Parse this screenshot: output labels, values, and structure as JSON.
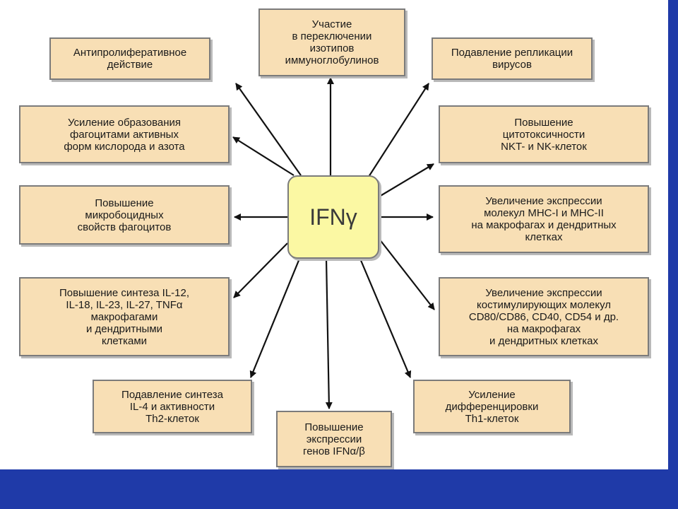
{
  "colors": {
    "background": "#1f3aa8",
    "canvas": "#ffffff",
    "box_fill": "#f8dfb5",
    "center_fill": "#fbf8a3",
    "border": "#7b7b7b",
    "arrow": "#111111"
  },
  "center": {
    "label": "IFNγ"
  },
  "effects": [
    {
      "id": "isotype-switching",
      "lines": [
        "Участие",
        "в переключении",
        "изотипов",
        "иммуноглобулинов"
      ]
    },
    {
      "id": "antiviral",
      "lines": [
        "Подавление репликации",
        "вирусов"
      ]
    },
    {
      "id": "cytotoxicity",
      "lines": [
        "Повышение",
        "цитотоксичности",
        "NKT- и NK-клеток"
      ]
    },
    {
      "id": "mhc-expression",
      "lines": [
        "Увеличение экспрессии",
        "молекул MHC-I и MHC-II",
        "на макрофагах и дендритных",
        "клетках"
      ]
    },
    {
      "id": "costimulatory",
      "lines": [
        "Увеличение экспрессии",
        "костимулирующих молекул",
        "CD80/CD86, CD40, CD54 и др.",
        "на макрофагах",
        "и дендритных клетках"
      ]
    },
    {
      "id": "th1-differentiation",
      "lines": [
        "Усиление",
        "дифференцировки",
        "Th1-клеток"
      ]
    },
    {
      "id": "ifn-ab-genes",
      "lines": [
        "Повышение",
        "экспрессии",
        "генов IFNα/β"
      ]
    },
    {
      "id": "il4-suppression",
      "lines": [
        "Подавление синтеза",
        "IL-4 и активности",
        "Th2-клеток"
      ]
    },
    {
      "id": "cytokine-synthesis",
      "lines": [
        "Повышение синтеза IL-12,",
        "IL-18, IL-23, IL-27, TNFα",
        "макрофагами",
        "и дендритными",
        "клетками"
      ]
    },
    {
      "id": "microbicidal",
      "lines": [
        "Повышение",
        "микробоцидных",
        "свойств фагоцитов"
      ]
    },
    {
      "id": "reactive-species",
      "lines": [
        "Усиление образования",
        "фагоцитами активных",
        "форм кислорода и азота"
      ]
    },
    {
      "id": "antiproliferative",
      "lines": [
        "Антипролиферативное",
        "действие"
      ]
    }
  ]
}
